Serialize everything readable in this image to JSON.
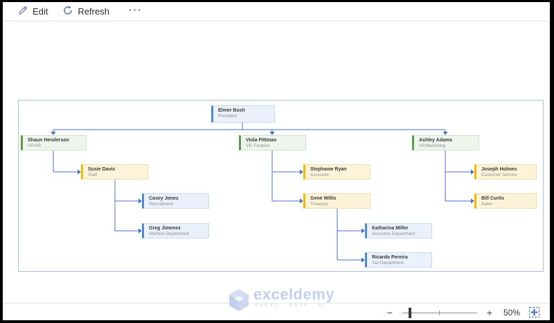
{
  "toolbar": {
    "edit_label": "Edit",
    "refresh_label": "Refresh",
    "more_label": "···"
  },
  "org": {
    "type": "org-chart",
    "nodes": [
      {
        "name": "Elmer Bush",
        "title": "President",
        "color": "blue",
        "reports_to": null
      },
      {
        "name": "Shaun Henderson",
        "title": "VP,HR",
        "color": "green",
        "reports_to": "Elmer Bush"
      },
      {
        "name": "Viola Pittman",
        "title": "VP, Finance",
        "color": "green",
        "reports_to": "Elmer Bush"
      },
      {
        "name": "Ashley Adams",
        "title": "VP,Marketing",
        "color": "green",
        "reports_to": "Elmer Bush"
      },
      {
        "name": "Susie Davis",
        "title": "Staff",
        "color": "yellow",
        "reports_to": "Shaun Henderson"
      },
      {
        "name": "Casey Jones",
        "title": "Recruitment",
        "color": "blue",
        "reports_to": "Susie Davis"
      },
      {
        "name": "Greg Jimenez",
        "title": "Welfare Department",
        "color": "blue",
        "reports_to": "Susie Davis"
      },
      {
        "name": "Stephanie Ryan",
        "title": "Accounts",
        "color": "yellow",
        "reports_to": "Viola Pittman"
      },
      {
        "name": "Gene Willis",
        "title": "Treasury",
        "color": "yellow",
        "reports_to": "Viola Pittman"
      },
      {
        "name": "Katharina Miller",
        "title": "Accounts Department",
        "color": "blue",
        "reports_to": "Gene Willis"
      },
      {
        "name": "Ricardo Pereira",
        "title": "Tax Department",
        "color": "blue",
        "reports_to": "Gene Willis"
      },
      {
        "name": "Joseph Holmes",
        "title": "Customer Service",
        "color": "yellow",
        "reports_to": "Ashley Adams"
      },
      {
        "name": "Bill Curtis",
        "title": "Sales",
        "color": "yellow",
        "reports_to": "Ashley Adams"
      }
    ]
  },
  "watermark": {
    "brand": "exceldemy",
    "tagline": "EXCEL · DATA · BI"
  },
  "statusbar": {
    "minus": "−",
    "plus": "+",
    "zoom_label": "50%"
  },
  "colors": {
    "connector": "#4472c4",
    "node_blue_accent": "#4e87d2",
    "node_green_accent": "#5b9b43",
    "node_yellow_accent": "#f5b800",
    "node_blue_fill": "#eaf1fb",
    "node_green_fill": "#eef5ec",
    "node_yellow_fill": "#fdf3d9",
    "visual_border": "#a9c0de",
    "watermark_blue": "#c3d0ea"
  }
}
